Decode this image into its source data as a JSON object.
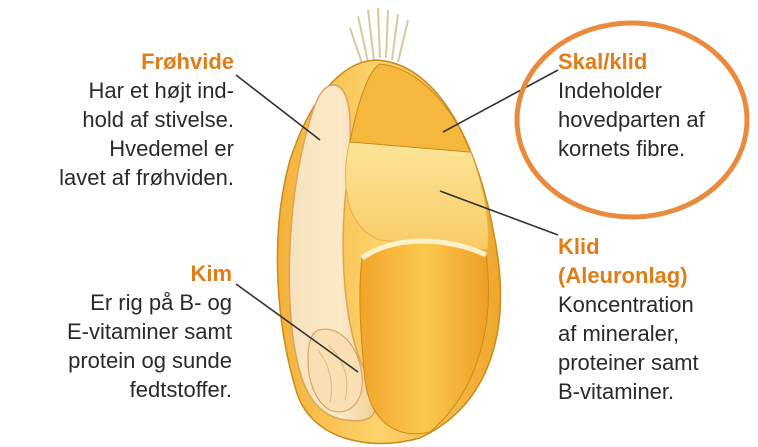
{
  "labels": {
    "frohvide": {
      "title": "Frøhvide",
      "lines": [
        "Har et højt ind-",
        "hold af stivelse.",
        "Hvedemel er",
        "lavet af frøhviden."
      ]
    },
    "kim": {
      "title": "Kim",
      "lines": [
        "Er rig på B- og",
        "E-vitaminer samt",
        "protein og sunde",
        "fedtstoffer."
      ]
    },
    "skal": {
      "title": "Skal/klid",
      "lines": [
        "Indeholder",
        "hovedparten af",
        "kornets fibre."
      ]
    },
    "klid": {
      "title_lines": [
        "Klid",
        "(Aleuronlag)"
      ],
      "lines": [
        "Koncentration",
        "af mineraler,",
        "proteiner samt",
        "B-vitaminer."
      ]
    }
  },
  "colors": {
    "accent": "#e07d16",
    "highlight_circle": "#e98a3c",
    "text": "#2a2a2a"
  }
}
